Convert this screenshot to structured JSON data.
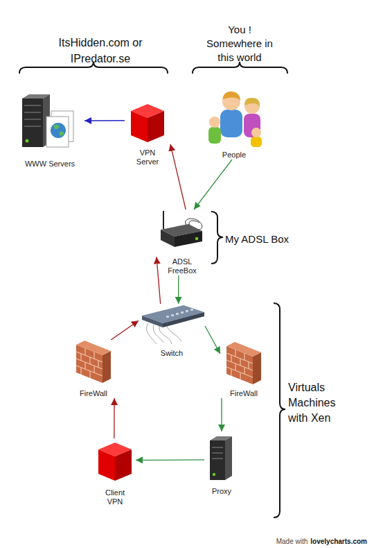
{
  "diagram": {
    "nodes": [
      {
        "text": [
          "WWW Servers"
        ]
      },
      {
        "text": [
          "VPN Server"
        ]
      },
      {
        "text": [
          "People"
        ]
      },
      {
        "text": [
          "ADSL FreeBox"
        ]
      },
      {
        "text": [
          "Switch"
        ]
      },
      {
        "text": [
          "FireWall"
        ]
      },
      {
        "text": [
          "FireWall"
        ]
      },
      {
        "text": [
          "Client VPN"
        ]
      },
      {
        "text": [
          "Proxy"
        ]
      }
    ],
    "edges": [
      {
        "from": 1,
        "to": 0,
        "arrow": "to"
      },
      {
        "from": 3,
        "to": 1,
        "arrow": "to"
      },
      {
        "from": 2,
        "to": 3,
        "arrow": "to"
      },
      {
        "from": 3,
        "to": 4,
        "arrow": "to"
      },
      {
        "from": 4,
        "to": 3,
        "arrow": "to"
      },
      {
        "from": 5,
        "to": 4,
        "arrow": "to"
      },
      {
        "from": 4,
        "to": 6,
        "arrow": "to"
      },
      {
        "from": 6,
        "to": 8,
        "arrow": "to"
      },
      {
        "from": 8,
        "to": 7,
        "arrow": "to"
      },
      {
        "from": 7,
        "to": 5,
        "arrow": "to"
      }
    ],
    "labels": [
      "ItsHidden.com or IPredator.se",
      "You ! Somewhere in this world",
      "My ADSL Box",
      "Virtuals Machines with Xen",
      "Made with",
      "lovelycharts.com"
    ]
  }
}
